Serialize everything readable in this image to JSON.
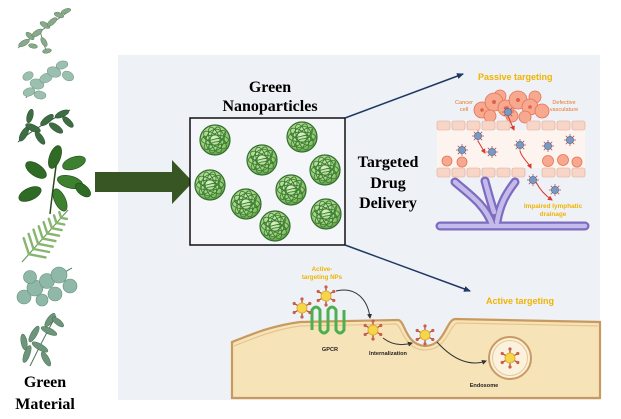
{
  "diagram": {
    "material_label": [
      "Green",
      "Material"
    ],
    "nanoparticles_title": [
      "Green",
      "Nanoparticles"
    ],
    "delivery_label": [
      "Targeted",
      "Drug",
      "Delivery"
    ],
    "passive": {
      "title": "Passive targeting",
      "cancer_cell": [
        "Cancer",
        "cell"
      ],
      "defective_vasculature": [
        "Defective",
        "vasculature"
      ],
      "impaired_drainage": [
        "Impaired lymphatic",
        "drainage"
      ]
    },
    "active": {
      "title": "Active targeting",
      "active_nps": [
        "Active-",
        "targeting NPs"
      ],
      "gpcr": "GPCR",
      "internalization": "Internalization",
      "endosome": "Endosome"
    }
  },
  "colors": {
    "arrow_green": "#375623",
    "label_yellow": "#f0b400",
    "label_orange": "#e8772e",
    "connector_navy": "#1f3864",
    "lymph_purple": "#7d6cc0"
  }
}
